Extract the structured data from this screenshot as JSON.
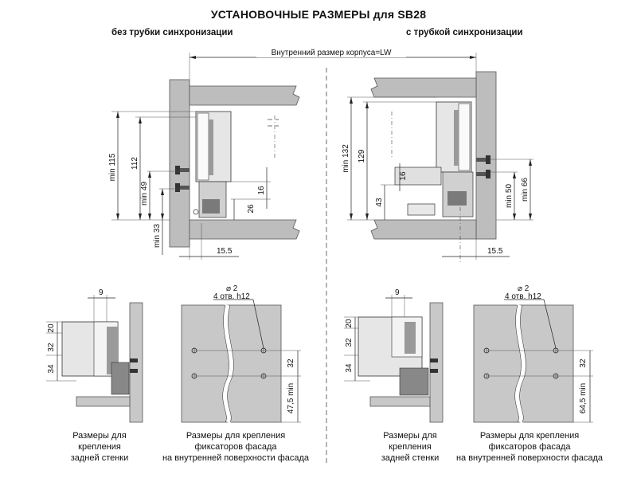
{
  "title": "УСТАНОВОЧНЫЕ РАЗМЕРЫ для SB28",
  "subtitle_left": "без трубки синхронизации",
  "subtitle_right": "с трубкой синхронизации",
  "inner_width_label": "Внутренний размер корпуса=LW",
  "left_section": {
    "dims": {
      "min115": "min 115",
      "d112": "112",
      "min49": "min 49",
      "min33": "min 33",
      "d16": "16",
      "d26": "26",
      "d15_5": "15.5"
    },
    "back_wall_dims": {
      "d9": "9",
      "d20": "20",
      "d32": "32",
      "d34": "34"
    },
    "facade_dims": {
      "d2": "⌀ 2",
      "holes": "4 отв. h12",
      "d32": "32",
      "d47_5": "47,5 min"
    },
    "caption_back": [
      "Размеры для",
      "крепления",
      "задней стенки"
    ],
    "caption_facade": [
      "Размеры для крепления",
      "фиксаторов фасада",
      "на внутренней поверхности фасада"
    ]
  },
  "right_section": {
    "dims": {
      "min132": "min 132",
      "d129": "129",
      "d43": "43",
      "d16": "16",
      "min50": "min 50",
      "min66": "min 66",
      "d15_5": "15.5"
    },
    "back_wall_dims": {
      "d9": "9",
      "d20": "20",
      "d32": "32",
      "d34": "34"
    },
    "facade_dims": {
      "d2": "⌀ 2",
      "holes": "4 отв. h12",
      "d32": "32",
      "d64_5": "64,5 min"
    },
    "caption_back": [
      "Размеры для",
      "крепления",
      "задней стенки"
    ],
    "caption_facade": [
      "Размеры для крепления",
      "фиксаторов фасада",
      "на внутренней поверхности фасада"
    ]
  }
}
